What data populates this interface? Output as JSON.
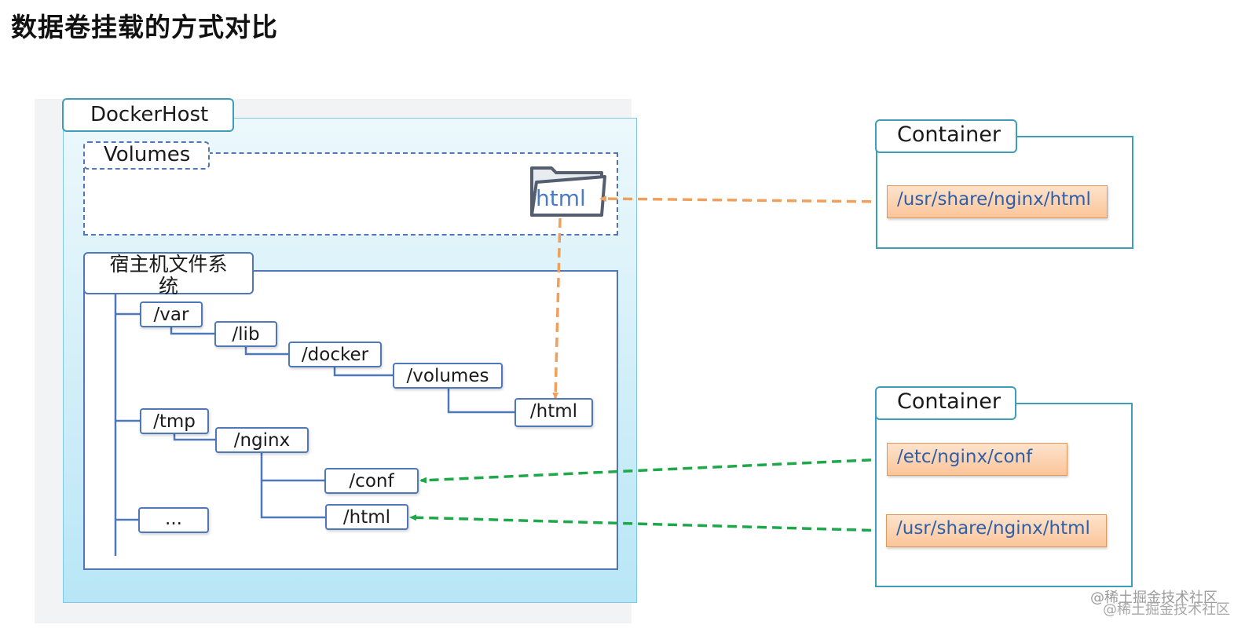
{
  "title": "数据卷挂载的方式对比",
  "dockerhost": {
    "label": "DockerHost",
    "volumes_label": "Volumes",
    "volume_folder_label": "html",
    "hostfs_label_line1": "宿主机文件系",
    "hostfs_label_line2": "统",
    "tree": {
      "var": "/var",
      "lib": "/lib",
      "docker": "/docker",
      "volumes": "/volumes",
      "html_vol": "/html",
      "tmp": "/tmp",
      "nginx": "/nginx",
      "conf": "/conf",
      "html_tmp": "/html",
      "more": "..."
    }
  },
  "container1": {
    "label": "Container",
    "path": "/usr/share/nginx/html"
  },
  "container2": {
    "label": "Container",
    "path_conf": "/etc/nginx/conf",
    "path_html": "/usr/share/nginx/html"
  },
  "watermark": "@稀土掘金技术社区",
  "colors": {
    "volume_link": "#f0a05c",
    "bind_link": "#1ea84a",
    "box_border": "#4f78b8",
    "container_border": "#3e9db9",
    "path_text": "#2f5fa8"
  }
}
